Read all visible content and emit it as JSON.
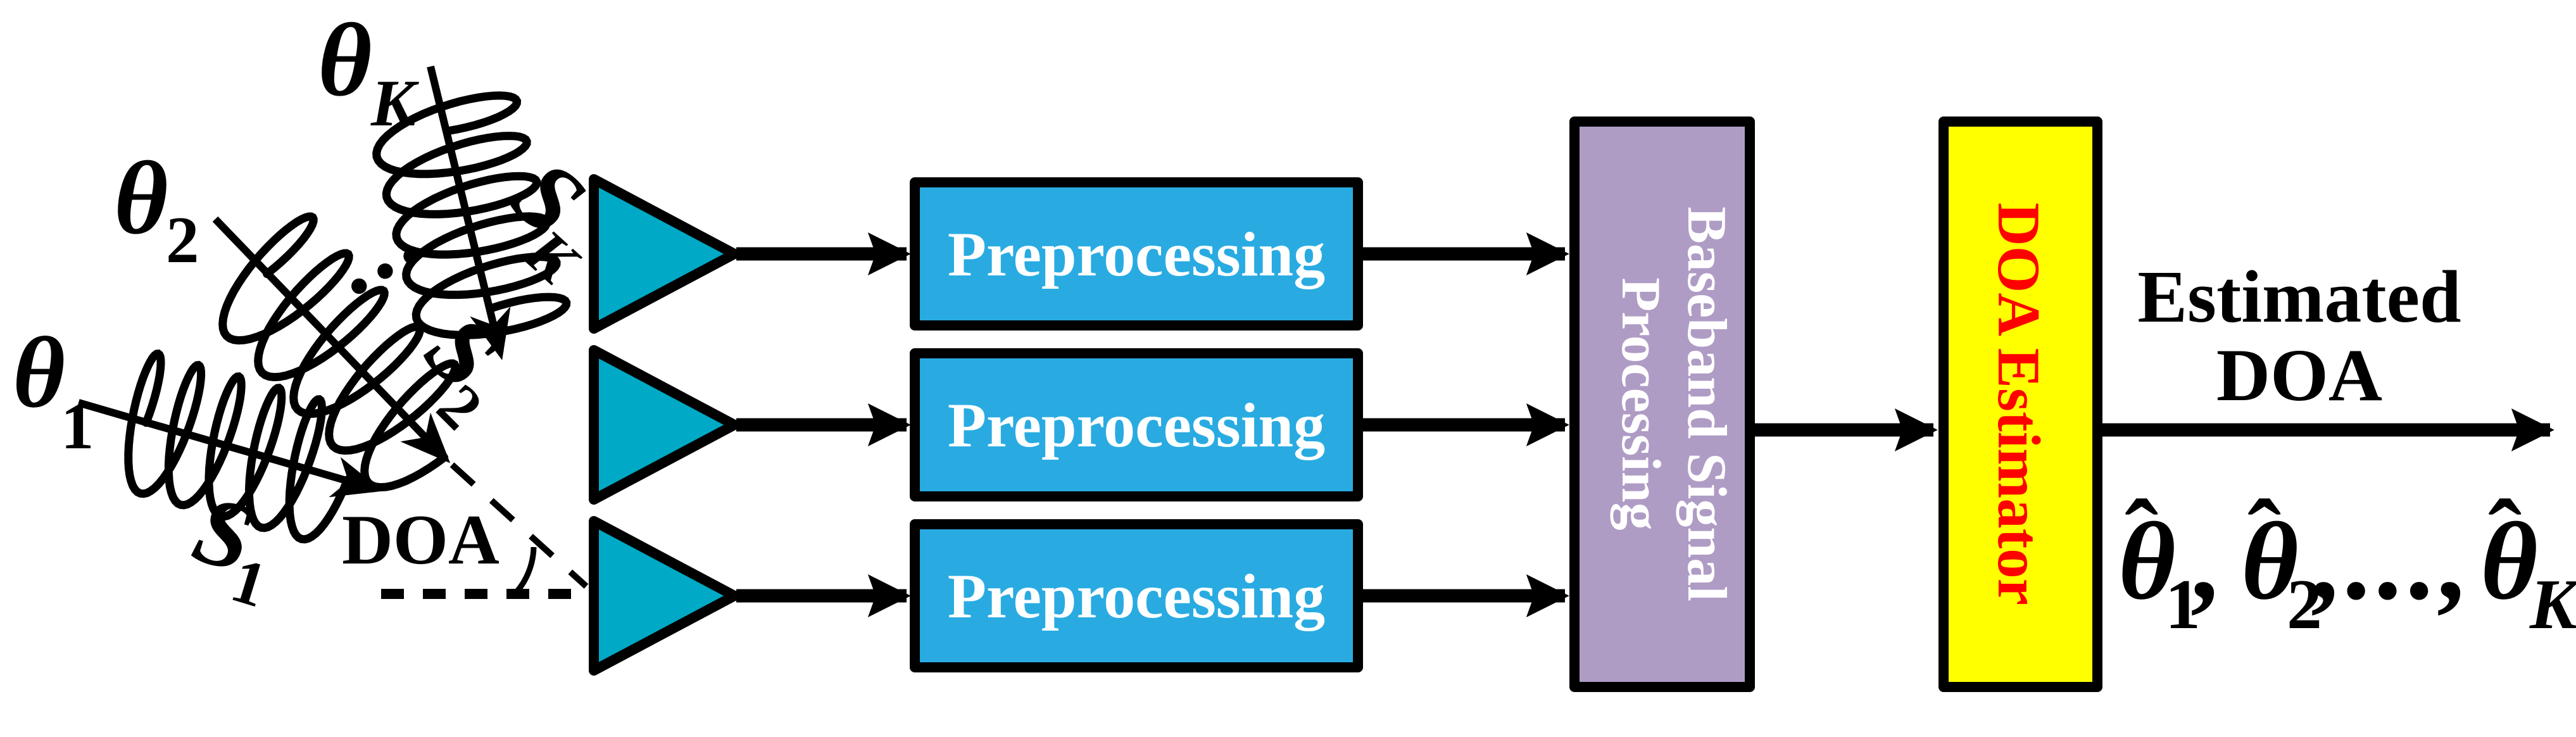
{
  "figure": {
    "signals": [
      {
        "angle_base": "θ",
        "angle_sub": "K",
        "wave_base": "S",
        "wave_sub": "K"
      },
      {
        "angle_base": "θ",
        "angle_sub": "2",
        "wave_base": "S",
        "wave_sub": "2"
      },
      {
        "angle_base": "θ",
        "angle_sub": "1",
        "wave_base": "S",
        "wave_sub": "1"
      }
    ],
    "ellipsis": "...",
    "doa_label": "DOA",
    "preprocessing": [
      {
        "label": "Preprocessing"
      },
      {
        "label": "Preprocessing"
      },
      {
        "label": "Preprocessing"
      }
    ],
    "baseband": {
      "line1": "Baseband Signal",
      "line2": "Processing"
    },
    "estimator": {
      "label": "DOA Estimator"
    },
    "output": {
      "line1": "Estimated",
      "line2": "DOA",
      "expr": {
        "t1": "θ",
        "h1": "ˆ",
        "s1": "1",
        "c1": ",",
        "t2": "θ",
        "h2": "ˆ",
        "s2": "2",
        "c2": ",...,",
        "t3": "θ",
        "h3": "ˆ",
        "s3": "K"
      }
    },
    "colors": {
      "antenna": "#00A9C5",
      "preprocessing": "#29ABE2",
      "baseband": "#AF9CC5",
      "estimator_fill": "#FFFF00",
      "estimator_text": "#FF0000",
      "box_text": "#FFFFFF",
      "ink": "#000000"
    }
  }
}
